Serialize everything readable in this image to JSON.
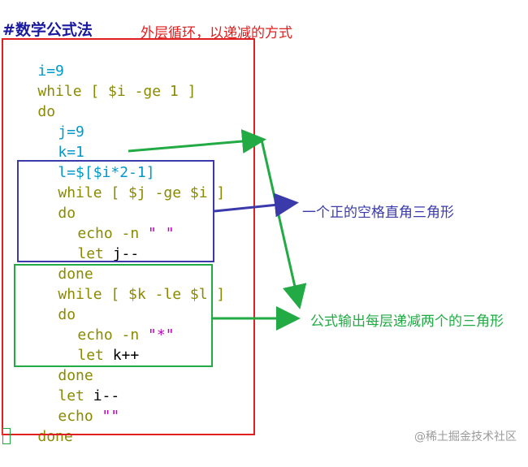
{
  "header": {
    "title": "#数学公式法",
    "annotation_outer": "外层循环，以递减的方式"
  },
  "code": {
    "l1": "i=9",
    "l2_kw": "while",
    "l2_rest": " [ $i -ge 1 ]",
    "l3": "do",
    "l4": "j=9",
    "l5": "k=1",
    "l6": "l=$[$i*2-1]",
    "l7_kw": "while",
    "l7_rest": " [ $j -ge $i ]",
    "l8": "do",
    "l9_cmd": "echo -n",
    "l9_str": " \" \"",
    "l10_kw": "let",
    "l10_rest": " j--",
    "l11": "done",
    "l12_kw": "while",
    "l12_rest": " [ $k -le $l ]",
    "l13": "do",
    "l14_cmd": "echo -n",
    "l14_str": " \"*\"",
    "l15_kw": "let",
    "l15_rest": " k++",
    "l16": "done",
    "l17_kw": "let",
    "l17_rest": " i--",
    "l18_cmd": "echo",
    "l18_str": " \"\"",
    "l19": "done"
  },
  "annotations": {
    "blue_note": "一个正的空格直角三角形",
    "green_note": "公式输出每层递减两个的三角形"
  },
  "watermark": "@稀土掘金技术社区",
  "colors": {
    "red_box": "#e02020",
    "blue_box": "#3a3aaa",
    "green_box": "#22aa44",
    "keyword": "#8a8a00",
    "variable": "#0099cc"
  }
}
